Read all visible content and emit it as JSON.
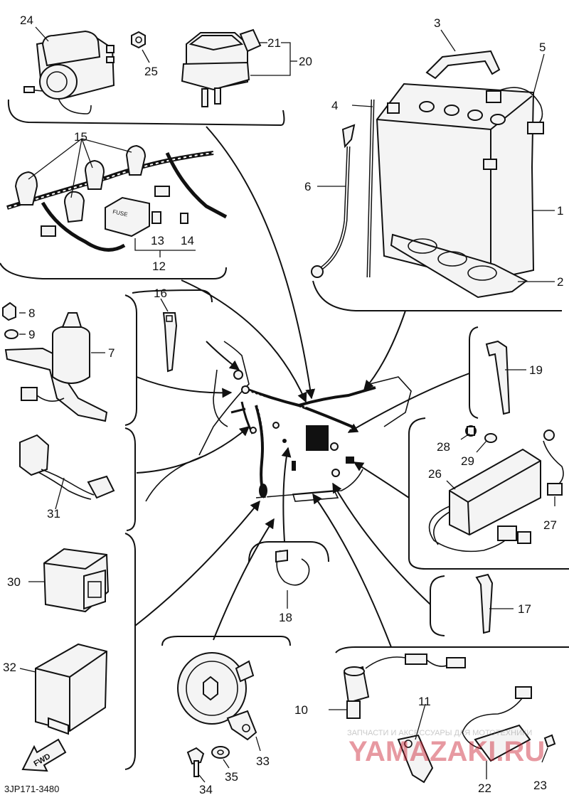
{
  "diagram": {
    "drawing_code": "3JP171-3480",
    "fwd_label": "FWD",
    "fuse_label": "FUSE",
    "watermark": {
      "line1": "ЗАПЧАСТИ И АКСЕССУАРЫ ДЛЯ МОТОТЕХНИКИ",
      "line2": "YAMAZAKI.RU"
    },
    "callouts": [
      "1",
      "2",
      "3",
      "4",
      "5",
      "6",
      "7",
      "8",
      "9",
      "10",
      "11",
      "12",
      "13",
      "14",
      "15",
      "16",
      "17",
      "18",
      "19",
      "20",
      "21",
      "22",
      "23",
      "24",
      "25",
      "26",
      "27",
      "28",
      "29",
      "30",
      "31",
      "32",
      "33",
      "34",
      "35"
    ]
  }
}
